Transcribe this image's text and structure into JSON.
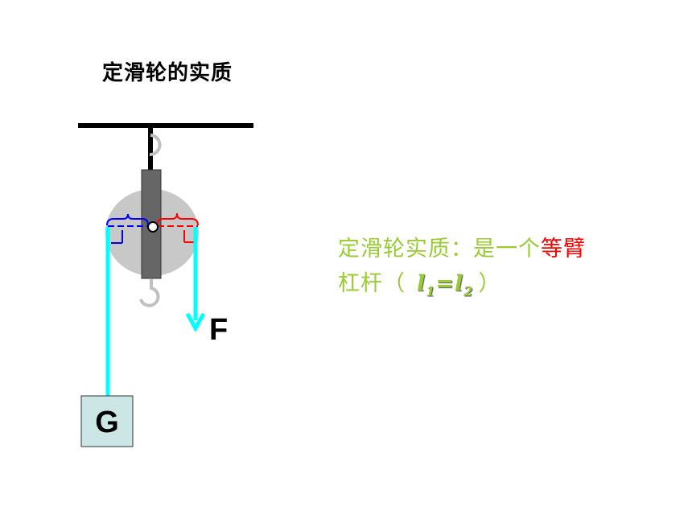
{
  "title": "定滑轮的实质",
  "labels": {
    "force": "F",
    "weight": "G"
  },
  "statement": {
    "prefix": "定滑轮实质：是一个",
    "highlight": "等臂",
    "line2_start": "杠杆（",
    "formula_l": "l",
    "formula_sub1": "1",
    "formula_eq": "=",
    "formula_sub2": "2",
    "line2_end": "）"
  },
  "colors": {
    "rope": "#00ffff",
    "pulley_disc": "#c8c8c8",
    "frame": "#666666",
    "left_arm": "#0000ff",
    "right_arm": "#ff0000",
    "statement_text": "#99cc33",
    "highlight_text": "#ff0000",
    "weight_box": "#cce6e6",
    "ceiling": "#000000"
  }
}
